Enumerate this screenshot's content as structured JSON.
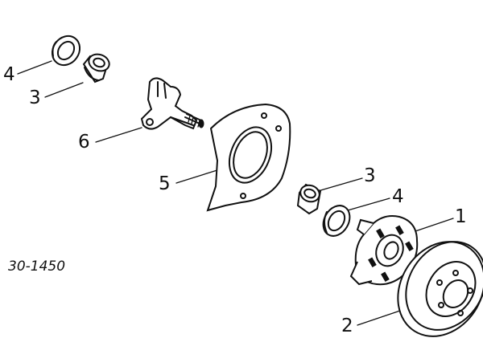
{
  "diagram": {
    "figure_code": "30-1450",
    "callouts": {
      "hub": "1",
      "rotor": "2",
      "bearing_upper": "3",
      "bearing_lower": "3",
      "seal_upper": "4",
      "seal_lower": "4",
      "splash_shield": "5",
      "spindle": "6"
    }
  }
}
